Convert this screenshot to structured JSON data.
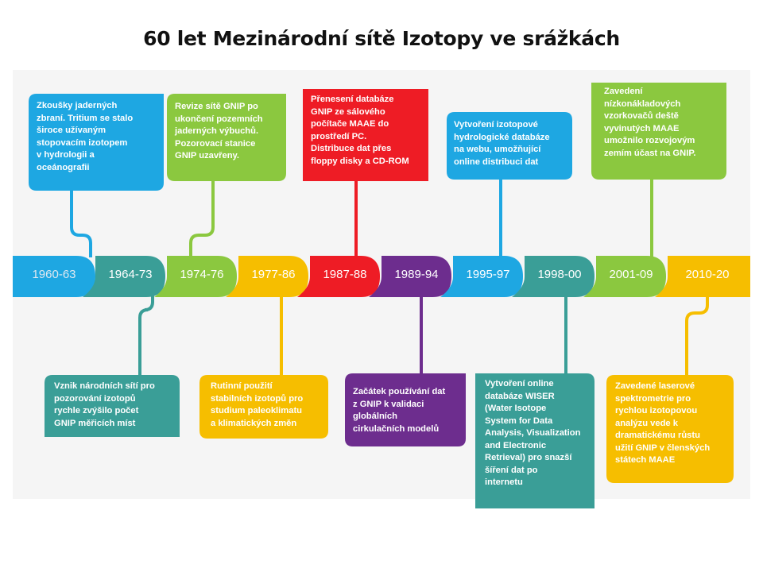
{
  "title": "60 let Mezinárodní sítě Izotopy ve srážkách",
  "colors": {
    "blue": "#1ea7e2",
    "teal": "#3a9e97",
    "green": "#8bc83f",
    "yellow": "#f6be00",
    "red": "#ee1c25",
    "purple": "#6d2d8e"
  },
  "timeline": [
    {
      "label": "1960-63",
      "color": "blue"
    },
    {
      "label": "1964-73",
      "color": "teal"
    },
    {
      "label": "1974-76",
      "color": "green"
    },
    {
      "label": "1977-86",
      "color": "yellow"
    },
    {
      "label": "1987-88",
      "color": "red"
    },
    {
      "label": "1989-94",
      "color": "purple"
    },
    {
      "label": "1995-97",
      "color": "blue"
    },
    {
      "label": "1998-00",
      "color": "teal"
    },
    {
      "label": "2001-09",
      "color": "green"
    },
    {
      "label": "2010-20",
      "color": "yellow"
    }
  ],
  "events_top": [
    {
      "period": "1960-63",
      "lines": [
        "Zkoušky jaderných",
        "zbraní. Tritium se stalo",
        "široce užívaným",
        "stopovacím izotopem",
        "v hydrologii a",
        "oceánografii"
      ]
    },
    {
      "period": "1974-76",
      "lines": [
        "Revize sítě GNIP po",
        "ukončení pozemních",
        "jaderných výbuchů.",
        "Pozorovací stanice",
        "GNIP uzavřeny."
      ]
    },
    {
      "period": "1987-88",
      "lines": [
        "Přenesení databáze",
        "GNIP ze sálového",
        "počítače MAAE do",
        "prostředí PC.",
        "Distribuce dat přes",
        "floppy disky a CD-ROM"
      ]
    },
    {
      "period": "1995-97",
      "lines": [
        "Vytvoření izotopové",
        "hydrologické databáze",
        "na webu, umožňující",
        "online distribuci dat"
      ]
    },
    {
      "period": "2001-09",
      "lines": [
        "Zavedení",
        "nízkonákladových",
        "vzorkovačů deště",
        "vyvinutých MAAE",
        "umožnilo rozvojovým",
        "zemím účast na GNIP."
      ]
    }
  ],
  "events_bottom": [
    {
      "period": "1964-73",
      "lines": [
        "Vznik národních sítí pro",
        "pozorování izotopů",
        "rychle zvýšilo počet",
        "GNIP měřicích míst"
      ]
    },
    {
      "period": "1977-86",
      "lines": [
        "Rutinní použití",
        "stabilních izotopů pro",
        "studium paleoklimatu",
        "a klimatických změn"
      ]
    },
    {
      "period": "1989-94",
      "lines": [
        "Začátek používání dat",
        "z GNIP k validaci",
        "globálních",
        "cirkulačních modelů"
      ]
    },
    {
      "period": "1998-00",
      "lines": [
        "Vytvoření online",
        "databáze WISER",
        "(Water Isotope",
        "System for Data",
        "Analysis, Visualization",
        "and  Electronic",
        "Retrieval) pro snazší",
        "šíření dat po",
        "internetu"
      ]
    },
    {
      "period": "2010-20",
      "lines": [
        "Zavedené laserové",
        "spektrometrie pro",
        "rychlou izotopovou",
        "analýzu vede k",
        "dramatickému růstu",
        "užití GNIP v členských",
        "státech MAAE"
      ]
    }
  ]
}
